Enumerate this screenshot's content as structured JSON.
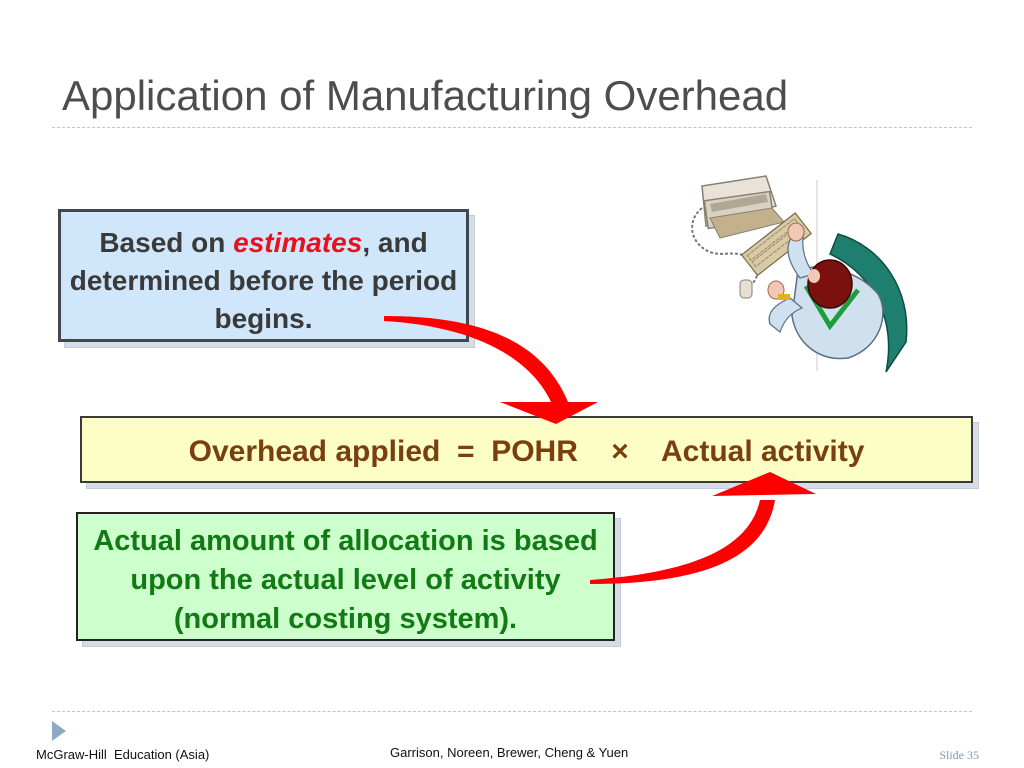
{
  "slide": {
    "title": "Application of Manufacturing Overhead",
    "box_estimates": {
      "text_before": "Based on ",
      "highlight": "estimates",
      "text_after": ", and determined before the period begins."
    },
    "box_formula": {
      "text": "Overhead applied  =  POHR    ×    Actual activity"
    },
    "box_actual": {
      "text": "Actual amount of allocation is based upon the actual level of activity (normal costing system)."
    },
    "clipart": {
      "icon": "person-at-computer-icon"
    }
  },
  "footer": {
    "left": "McGraw-Hill  Education (Asia)",
    "center": "Garrison, Noreen, Brewer, Cheng & Yuen",
    "right": "Slide 35"
  },
  "colors": {
    "title": "#4d4d4d",
    "highlight_red": "#e8101b",
    "formula_text": "#7a3f0f",
    "actual_text": "#127a14",
    "arrow_red": "#ff0000"
  }
}
